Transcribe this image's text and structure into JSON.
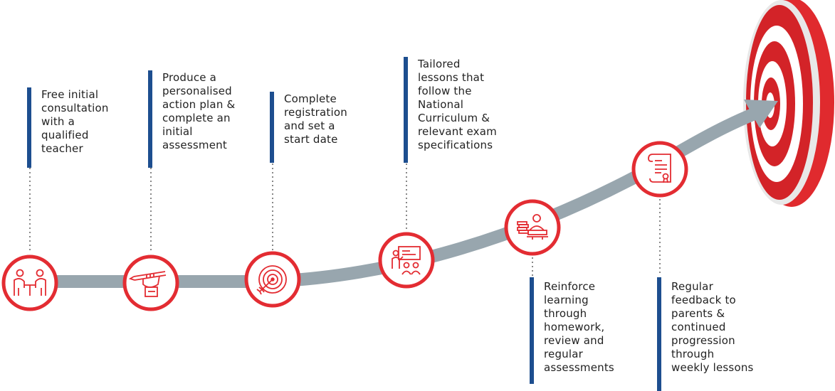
{
  "colors": {
    "accent": "#e32c32",
    "path": "#98a6ae",
    "bar": "#1d4e8f",
    "text": "#222222",
    "connector": "#888888"
  },
  "steps": [
    {
      "icon": "consultation-icon",
      "lines": [
        "Free initial",
        "consultation",
        "with a",
        "qualified",
        "teacher"
      ]
    },
    {
      "icon": "pencil-hand-icon",
      "lines": [
        "Produce a",
        "personalised",
        "action plan &",
        "complete an",
        "initial",
        "assessment"
      ]
    },
    {
      "icon": "target-arrow-icon",
      "lines": [
        "Complete",
        "registration",
        "and set a",
        "start date"
      ]
    },
    {
      "icon": "classroom-icon",
      "lines": [
        "Tailored",
        "lessons that",
        "follow the",
        "National",
        "Curriculum &",
        "relevant exam",
        "specifications"
      ]
    },
    {
      "icon": "student-books-icon",
      "lines": [
        "Reinforce",
        "learning",
        "through",
        "homework,",
        "review and",
        "regular",
        "assessments"
      ]
    },
    {
      "icon": "certificate-icon",
      "lines": [
        "Regular",
        "feedback to",
        "parents &",
        "continued",
        "progression",
        "through",
        "weekly lessons"
      ]
    }
  ],
  "goal": {
    "icon": "bullseye-target-icon"
  }
}
